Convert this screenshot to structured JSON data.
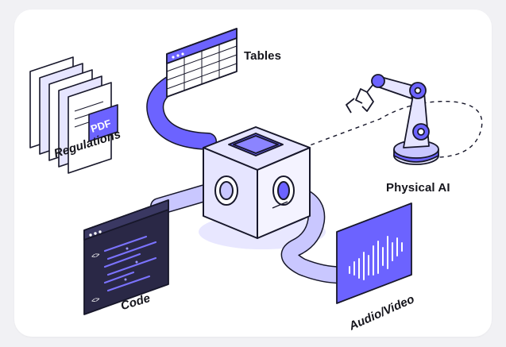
{
  "labels": {
    "tables": "Tables",
    "physical_ai": "Physical AI",
    "regulations": "Regulations",
    "code": "Code",
    "audio_video": "Audio/Video",
    "pdf": "PDF"
  },
  "colors": {
    "accent": "#6c63ff",
    "accent_light": "#c9c7ff",
    "accent_pale": "#e6e5ff",
    "ink": "#17172a",
    "card": "#ffffff",
    "background": "#f1f1f4"
  },
  "icons": {
    "code_glyph_top": "<>",
    "code_glyph_bottom": "<>"
  }
}
